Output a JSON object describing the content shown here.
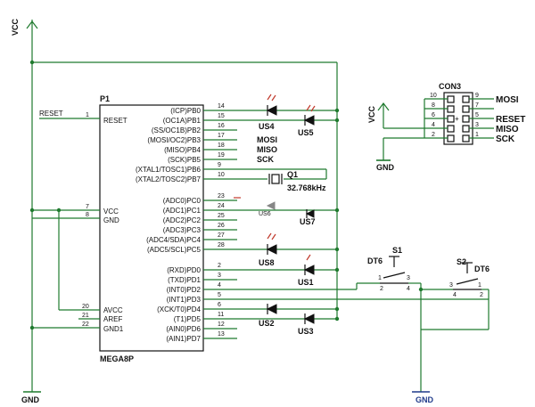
{
  "power": {
    "vcc": "VCC",
    "gnd": "GND"
  },
  "mcu": {
    "ref": "P1",
    "part": "MEGA8P",
    "left_pins": [
      {
        "num": "1",
        "name": "RESET"
      },
      {
        "num": "7",
        "name": "VCC"
      },
      {
        "num": "8",
        "name": "GND"
      },
      {
        "num": "20",
        "name": "AVCC"
      },
      {
        "num": "21",
        "name": "AREF"
      },
      {
        "num": "22",
        "name": "GND1"
      }
    ],
    "right_pins": [
      {
        "num": "14",
        "name": "(ICP)PB0"
      },
      {
        "num": "15",
        "name": "(OC1A)PB1"
      },
      {
        "num": "16",
        "name": "(SS/OC1B)PB2"
      },
      {
        "num": "17",
        "name": "(MOSI/OC2)PB3"
      },
      {
        "num": "18",
        "name": "(MISO)PB4"
      },
      {
        "num": "19",
        "name": "(SCK)PB5"
      },
      {
        "num": "9",
        "name": "(XTAL1/TOSC1)PB6"
      },
      {
        "num": "10",
        "name": "(XTAL2/TOSC2)PB7"
      },
      {
        "num": "23",
        "name": "(ADC0)PC0"
      },
      {
        "num": "24",
        "name": "(ADC1)PC1"
      },
      {
        "num": "25",
        "name": "(ADC2)PC2"
      },
      {
        "num": "26",
        "name": "(ADC3)PC3"
      },
      {
        "num": "27",
        "name": "(ADC4/SDA)PC4"
      },
      {
        "num": "28",
        "name": "(ADC5/SCL)PC5"
      },
      {
        "num": "2",
        "name": "(RXD)PD0"
      },
      {
        "num": "3",
        "name": "(TXD)PD1"
      },
      {
        "num": "4",
        "name": "(INT0)PD2"
      },
      {
        "num": "5",
        "name": "(INT1)PD3"
      },
      {
        "num": "6",
        "name": "(XCK/T0)PD4"
      },
      {
        "num": "11",
        "name": "(T1)PD5"
      },
      {
        "num": "12",
        "name": "(AIN0)PD6"
      },
      {
        "num": "13",
        "name": "(AIN1)PD7"
      }
    ]
  },
  "nets": {
    "reset": "RESET",
    "mosi": "MOSI",
    "miso": "MISO",
    "sck": "SCK"
  },
  "crystal": {
    "ref": "Q1",
    "value": "32.768kHz"
  },
  "leds": {
    "us4": "US4",
    "us5": "US5",
    "us6": "US6",
    "us7": "US7",
    "us8": "US8",
    "us1": "US1",
    "us2": "US2",
    "us3": "US3"
  },
  "switches": {
    "s1": {
      "ref": "S1",
      "type": "DT6",
      "p1": "1",
      "p2": "2",
      "p3": "3",
      "p4": "4"
    },
    "s2": {
      "ref": "S2",
      "type": "DT6",
      "p1": "1",
      "p2": "2",
      "p3": "3",
      "p4": "4"
    }
  },
  "connector": {
    "ref": "CON3",
    "left_nums": [
      "10",
      "8",
      "6",
      "4",
      "2"
    ],
    "right_nums": [
      "9",
      "7",
      "5",
      "3",
      "1"
    ],
    "labels": [
      "MOSI",
      "RESET",
      "MISO",
      "SCK"
    ]
  }
}
